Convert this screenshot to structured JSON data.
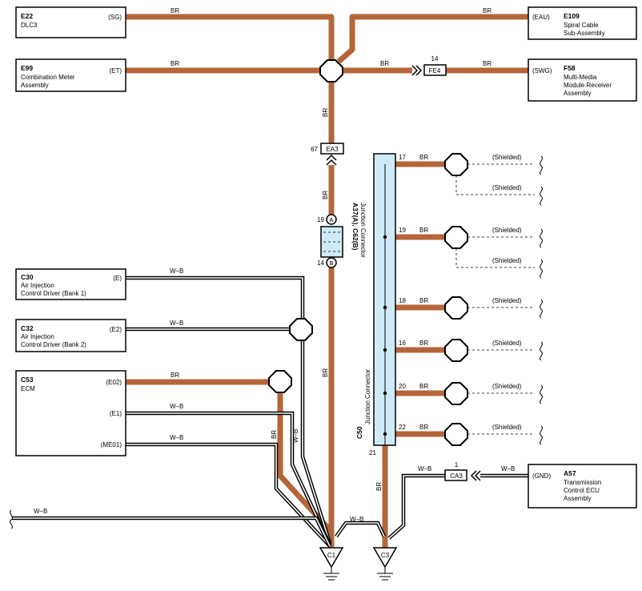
{
  "wire_colors": {
    "br": "#b5653a",
    "wb": "#000000",
    "junction_fill": "#cfeaf8"
  },
  "components": {
    "e22": {
      "code": "E22",
      "name": [
        "DLC3"
      ],
      "pin": "(SG)"
    },
    "e99": {
      "code": "E99",
      "name": [
        "Combination Meter",
        "Assembly"
      ],
      "pin": "(ET)"
    },
    "c30": {
      "code": "C30",
      "name": [
        "Air Injection",
        "Control Driver (Bank 1)"
      ],
      "pin": "(E)"
    },
    "c32": {
      "code": "C32",
      "name": [
        "Air Injection",
        "Control Driver (Bank 2)"
      ],
      "pin": "(E2)"
    },
    "c53": {
      "code": "C53",
      "name": [
        "ECM"
      ],
      "pins": [
        "(E02)",
        "(E1)",
        "(ME01)"
      ]
    },
    "e109": {
      "code": "E109",
      "name": [
        "Spiral Cable",
        "Sub-Assembly"
      ],
      "pin": "(EAU)"
    },
    "f58": {
      "code": "F58",
      "name": [
        "Multi-Media",
        "Module Receiver",
        "Assembly"
      ],
      "pin": "(SWG)"
    },
    "a57": {
      "code": "A57",
      "name": [
        "Transmission",
        "Control ECU",
        "Assembly"
      ],
      "pin": "(GND)"
    }
  },
  "wire_labels": {
    "br": "BR",
    "wb": "W–B"
  },
  "connectors": {
    "fe4": {
      "label": "FE4",
      "pin": "14"
    },
    "ea3": {
      "label": "EA3",
      "pin": "67"
    },
    "ca3": {
      "label": "CA3",
      "pin": "1"
    }
  },
  "junction_a37": {
    "title": "A37(A), C62(B)",
    "subtitle": "Junction Connector",
    "pin_a": "A",
    "pin_b": "B",
    "pin_top": "19",
    "pin_bottom": "14"
  },
  "junction_c50": {
    "title": "C50",
    "subtitle": "Junction Connector",
    "pins": [
      "17",
      "19",
      "18",
      "16",
      "20",
      "22"
    ],
    "bottom_pin": "21"
  },
  "shielded_label": "(Shielded)",
  "grounds": {
    "c1": "C1",
    "c3": "C3"
  }
}
